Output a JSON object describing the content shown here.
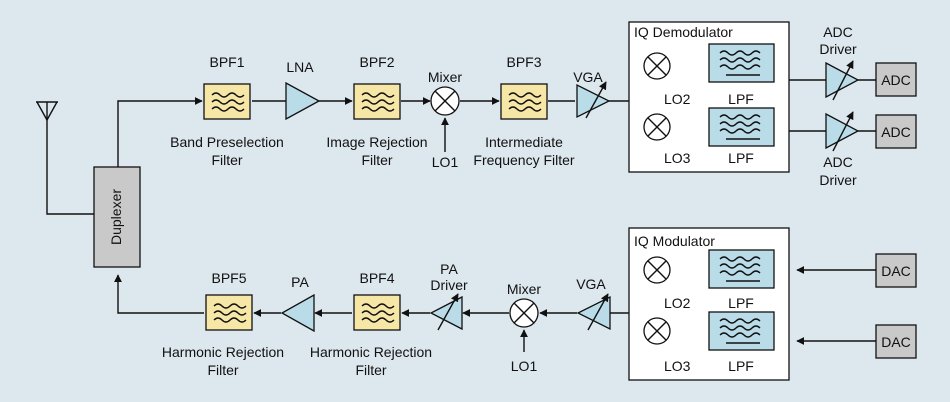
{
  "colors": {
    "background": "#dde7ee",
    "bpf_fill": "#f6e7a6",
    "lpf_fill": "#b9dce8",
    "gray_block": "#c9c9c9",
    "panel": "#ffffff"
  },
  "receive_chain": {
    "bpf1": {
      "label": "BPF1",
      "caption": [
        "Band Preselection",
        "Filter"
      ]
    },
    "lna": {
      "label": "LNA"
    },
    "bpf2": {
      "label": "BPF2",
      "caption": [
        "Image Rejection",
        "Filter"
      ]
    },
    "mixer": {
      "label": "Mixer",
      "lo": "LO1"
    },
    "bpf3": {
      "label": "BPF3",
      "caption": [
        "Intermediate",
        "Frequency Filter"
      ]
    },
    "vga": {
      "label": "VGA"
    },
    "iq_demodulator": {
      "title": "IQ Demodulator",
      "lo_top": "LO2",
      "lo_bottom": "LO3",
      "lpf": "LPF"
    },
    "adc_driver_top": [
      "ADC",
      "Driver"
    ],
    "adc_driver_bottom": [
      "ADC",
      "Driver"
    ],
    "adc": "ADC"
  },
  "transmit_chain": {
    "iq_modulator": {
      "title": "IQ Modulator",
      "lo_top": "LO2",
      "lo_bottom": "LO3",
      "lpf": "LPF"
    },
    "dac": "DAC",
    "vga": {
      "label": "VGA"
    },
    "mixer": {
      "label": "Mixer",
      "lo": "LO1"
    },
    "pa_driver": {
      "label": [
        "PA",
        "Driver"
      ]
    },
    "bpf4": {
      "label": "BPF4",
      "caption": [
        "Harmonic Rejection",
        "Filter"
      ]
    },
    "pa": {
      "label": "PA"
    },
    "bpf5": {
      "label": "BPF5",
      "caption": [
        "Harmonic Rejection",
        "Filter"
      ]
    }
  },
  "duplexer": {
    "label": "Duplexer"
  }
}
